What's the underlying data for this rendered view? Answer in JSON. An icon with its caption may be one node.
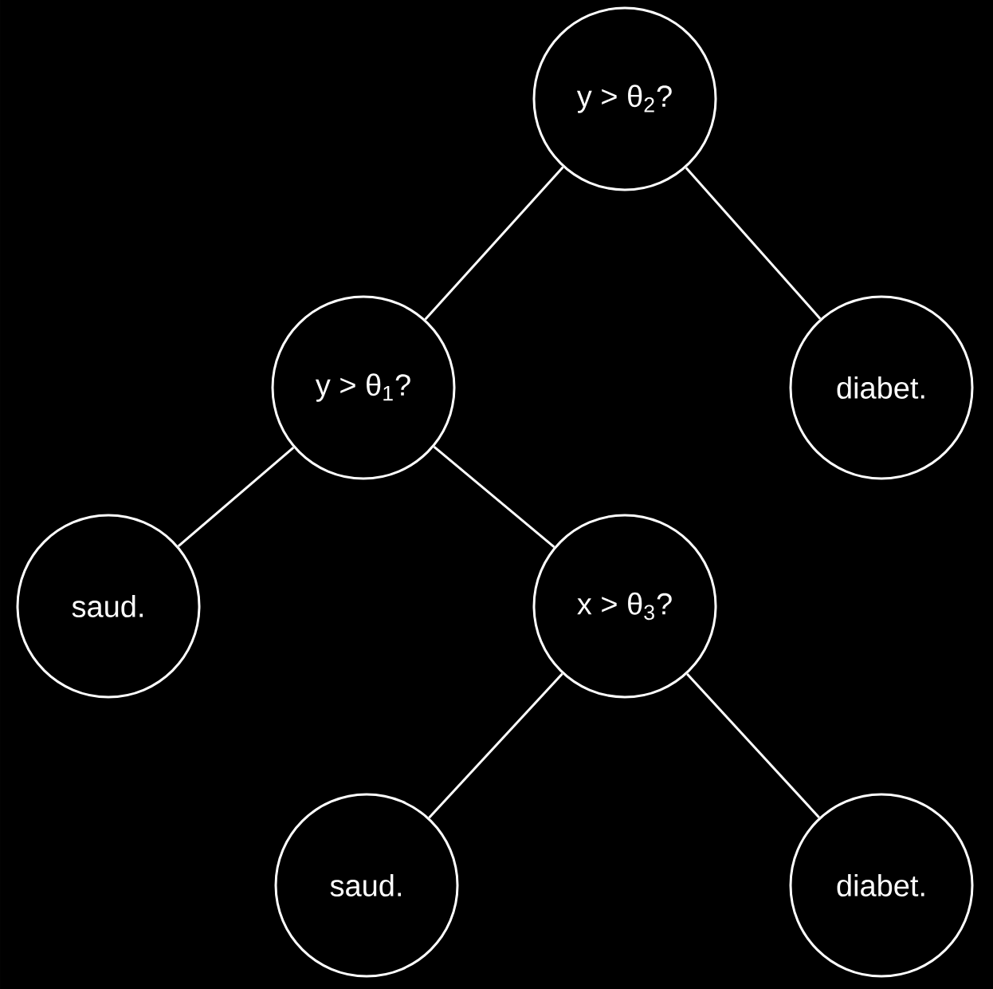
{
  "diagram": {
    "nodes": [
      {
        "text": [
          "y > θ$_{2}$?"
        ]
      },
      {
        "text": [
          "y > θ$_{1}$?"
        ]
      },
      {
        "text": [
          "diabet."
        ]
      },
      {
        "text": [
          "saud."
        ]
      },
      {
        "text": [
          "x > θ$_{3}$?"
        ]
      },
      {
        "text": [
          "saud."
        ]
      },
      {
        "text": [
          "diabet."
        ]
      }
    ],
    "edges": [
      {
        "from": 0,
        "to": 1,
        "arrow": "none"
      },
      {
        "from": 0,
        "to": 2,
        "arrow": "none"
      },
      {
        "from": 1,
        "to": 3,
        "arrow": "none"
      },
      {
        "from": 1,
        "to": 4,
        "arrow": "none"
      },
      {
        "from": 4,
        "to": 5,
        "arrow": "none"
      },
      {
        "from": 4,
        "to": 6,
        "arrow": "none"
      }
    ]
  }
}
